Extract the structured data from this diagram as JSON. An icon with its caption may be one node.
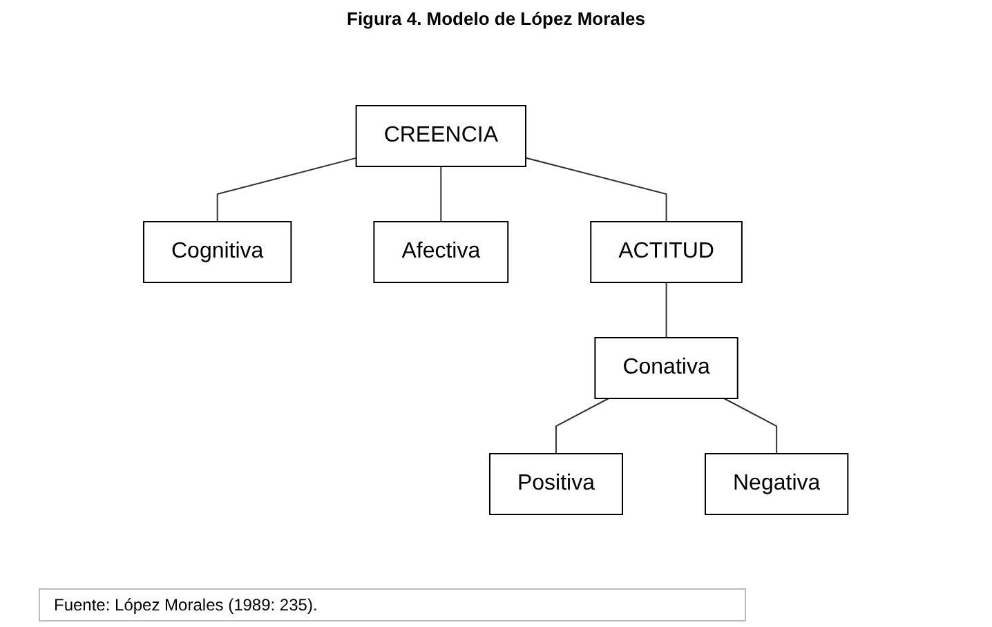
{
  "diagram": {
    "title": "Figura 4. Modelo de López Morales",
    "caption": "Fuente: López Morales (1989: 235).",
    "nodes": [
      {
        "text": [
          "CREENCIA"
        ]
      },
      {
        "text": [
          "Cognitiva"
        ]
      },
      {
        "text": [
          "Afectiva"
        ]
      },
      {
        "text": [
          "ACTITUD"
        ]
      },
      {
        "text": [
          "Conativa"
        ]
      },
      {
        "text": [
          "Positiva"
        ]
      },
      {
        "text": [
          "Negativa"
        ]
      }
    ],
    "edges": [
      {
        "from": 0,
        "to": 1,
        "arrow": "none"
      },
      {
        "from": 0,
        "to": 2,
        "arrow": "none"
      },
      {
        "from": 0,
        "to": 3,
        "arrow": "none"
      },
      {
        "from": 3,
        "to": 4,
        "arrow": "none"
      },
      {
        "from": 4,
        "to": 5,
        "arrow": "none"
      },
      {
        "from": 4,
        "to": 6,
        "arrow": "none"
      }
    ]
  }
}
